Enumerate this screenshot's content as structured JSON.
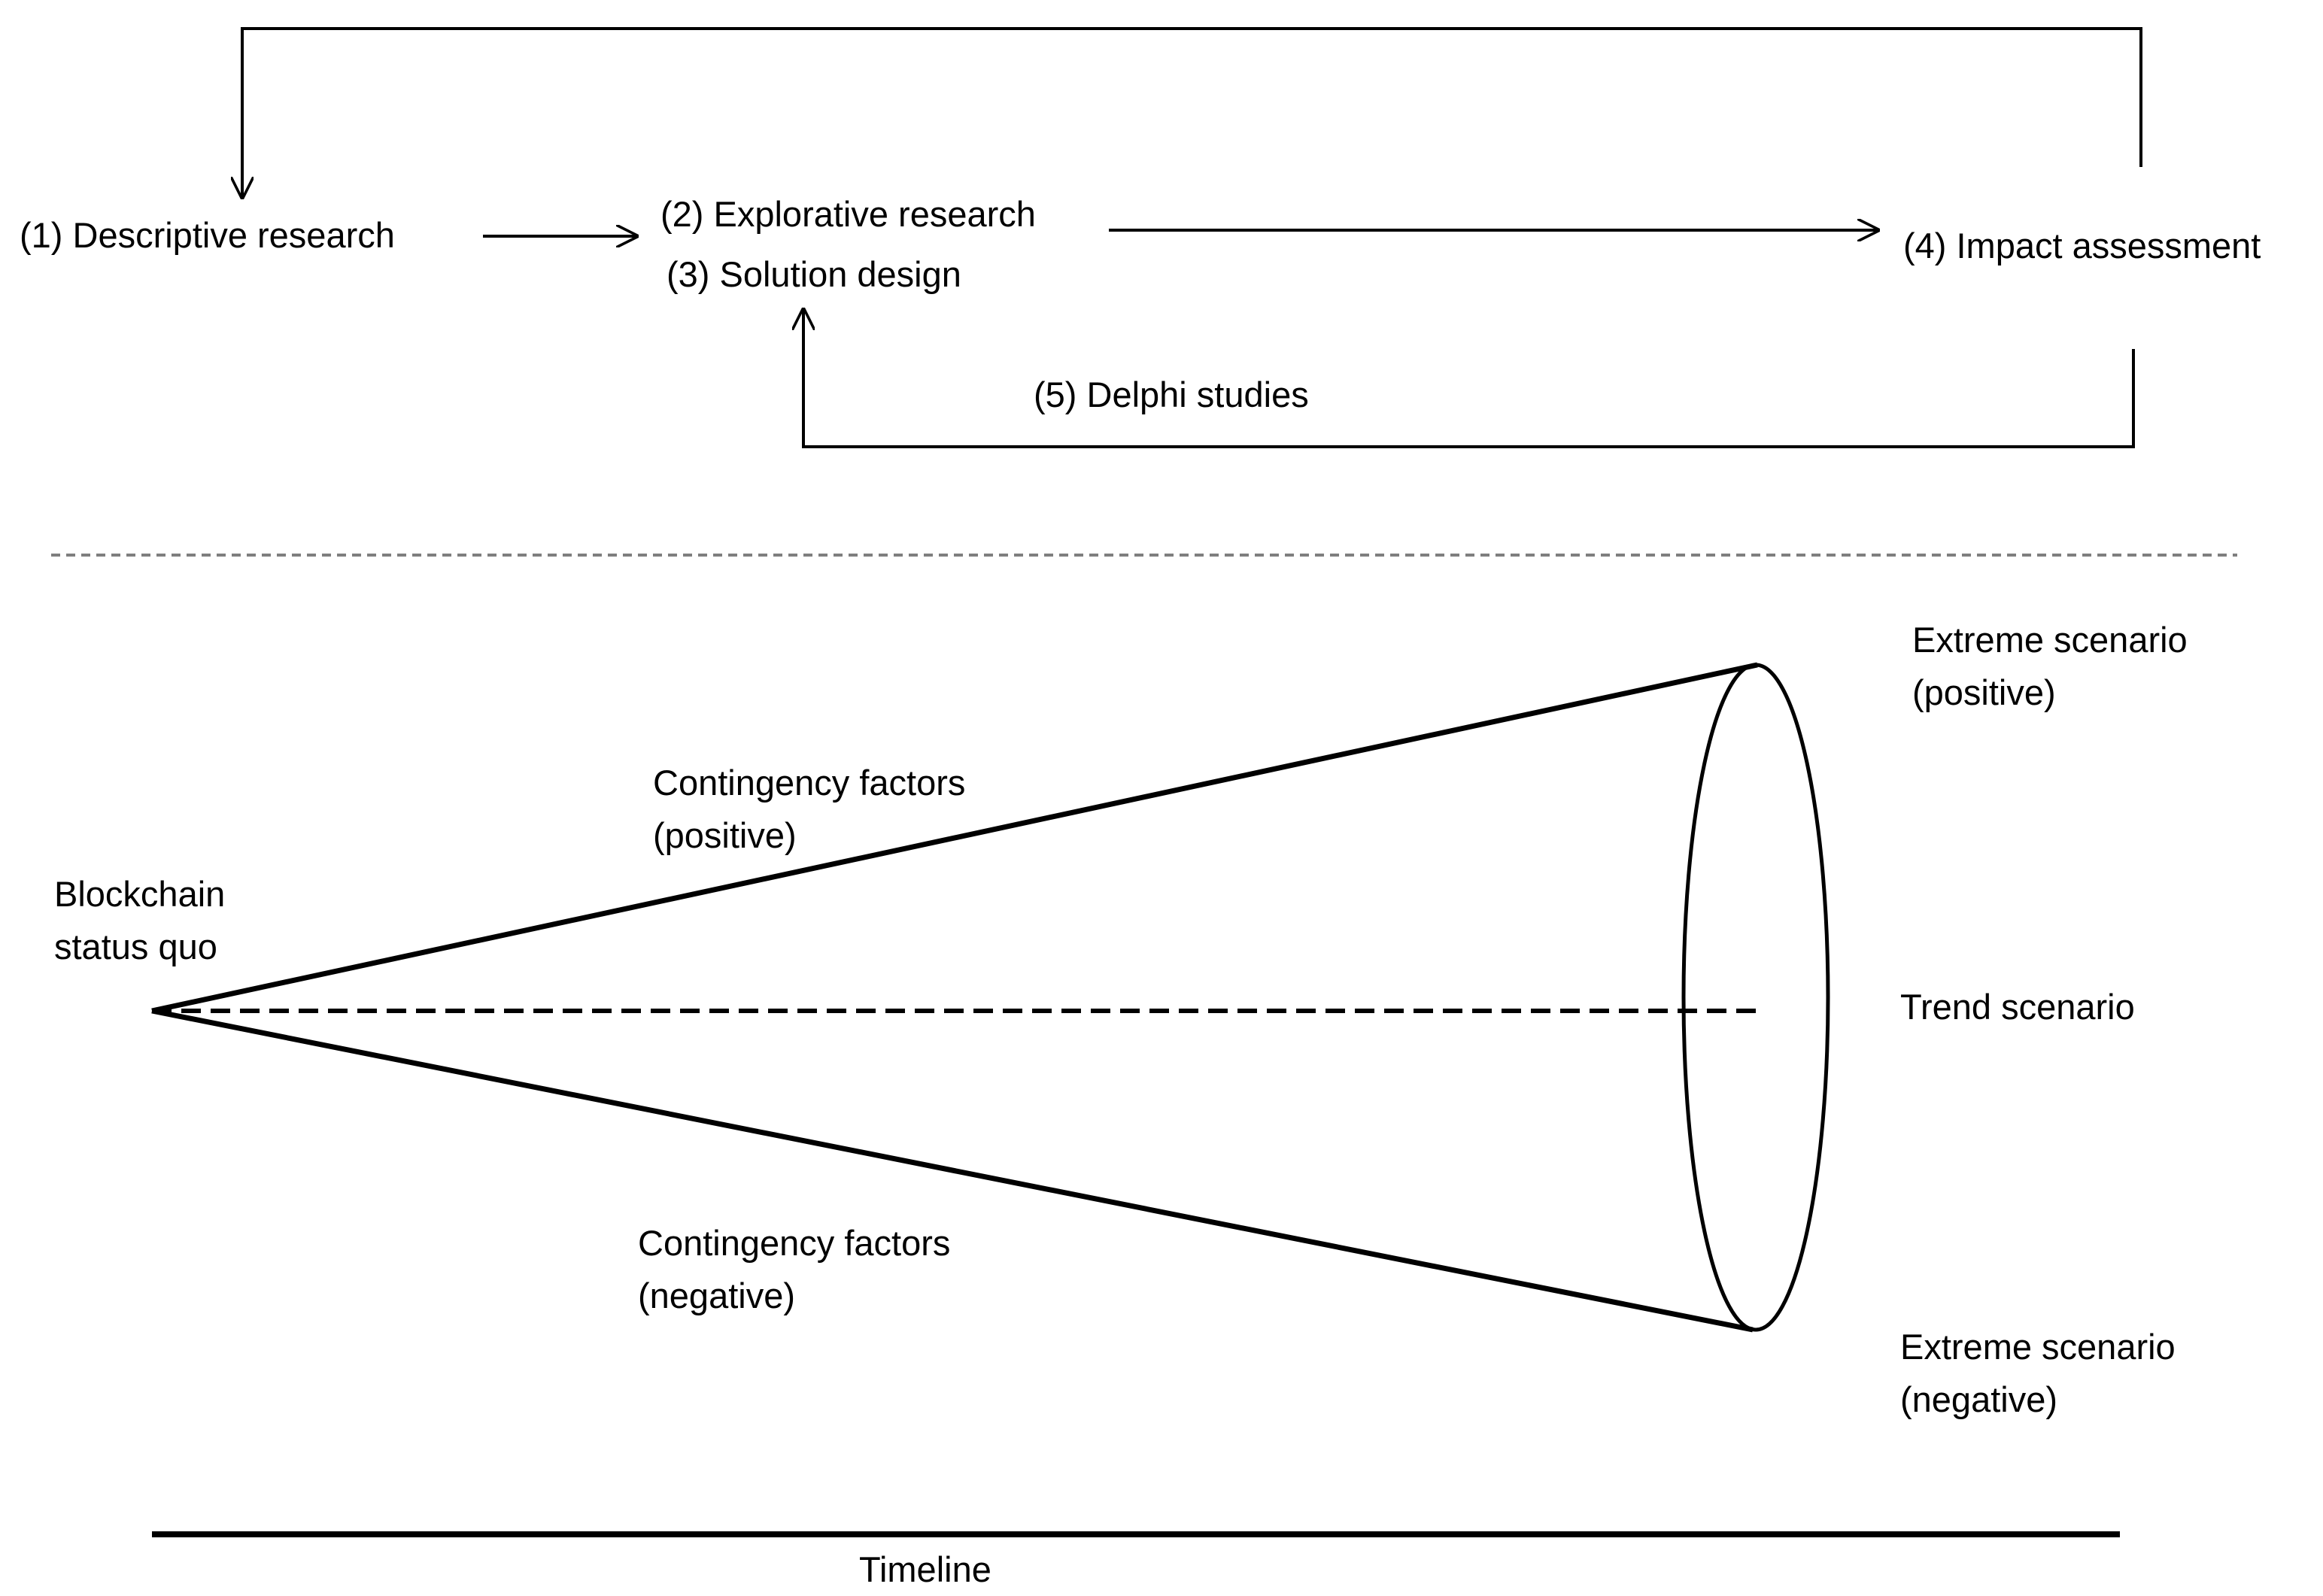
{
  "process": {
    "step1": "(1) Descriptive research",
    "step2": "(2) Explorative research",
    "step3": "(3) Solution design",
    "step4": "(4) Impact assessment",
    "step5": "(5) Delphi studies"
  },
  "scenario_funnel": {
    "origin": [
      "Blockchain",
      "status quo"
    ],
    "factors_positive": [
      "Contingency factors",
      "(positive)"
    ],
    "factors_negative": [
      "Contingency factors",
      "(negative)"
    ],
    "extreme_positive": [
      "Extreme scenario",
      "(positive)"
    ],
    "trend": "Trend scenario",
    "extreme_negative": [
      "Extreme scenario",
      "(negative)"
    ],
    "timeline": "Timeline"
  },
  "colors": {
    "ink": "#000000",
    "separator": "#7f7f7f",
    "background": "#ffffff"
  }
}
